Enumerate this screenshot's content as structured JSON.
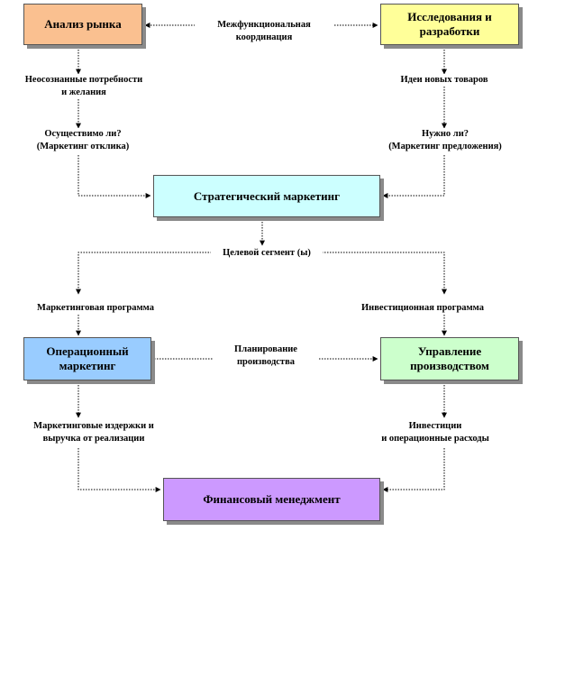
{
  "boxes": {
    "market_analysis": {
      "text": "Анализ рынка",
      "color": "#fac090"
    },
    "rnd": {
      "text": "Исследования и разработки",
      "color": "#ffff99"
    },
    "strategic": {
      "text": "Стратегический маркетинг",
      "color": "#ccffff"
    },
    "operational": {
      "text": "Операционный маркетинг",
      "color": "#99ccff"
    },
    "production": {
      "text": "Управление производством",
      "color": "#ccffcc"
    },
    "finance": {
      "text": "Финансовый менеджмент",
      "color": "#cc99ff"
    }
  },
  "labels": {
    "cross_functional": "Межфункциональная\nкоординация",
    "unmet_needs": "Неосознанные потребности\nи желания",
    "new_product_ideas": "Идеи новых товаров",
    "feasible": "Осуществимо ли?\n(Маркетинг отклика)",
    "needed": "Нужно ли?\n(Маркетинг предложения)",
    "target_segment": "Целевой сегмент (ы)",
    "marketing_program": "Маркетинговая программа",
    "investment_program": "Инвестиционная программа",
    "production_planning": "Планирование\nпроизводства",
    "marketing_costs": "Маркетинговые издержки и\nвыручка от реализации",
    "investments": "Инвестиции\nи операционные расходы"
  }
}
